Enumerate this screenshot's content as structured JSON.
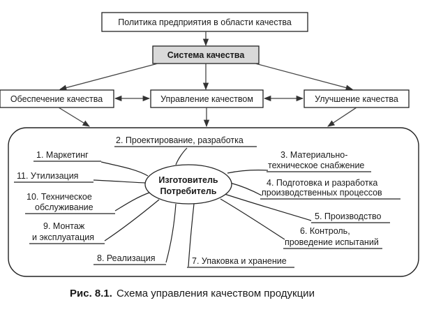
{
  "diagram": {
    "top_boxes": {
      "policy": "Политика предприятия в области качества",
      "system": "Система качества",
      "assurance": "Обеспечение качества",
      "management": "Управление качеством",
      "improvement": "Улучшение качества"
    },
    "hub": {
      "line1": "Изготовитель",
      "line2": "Потребитель"
    },
    "stages": {
      "s1": "1. Маркетинг",
      "s2": "2. Проектирование, разработка",
      "s3_line1": "3. Материально-",
      "s3_line2": "техническое снабжение",
      "s4_line1": "4. Подготовка и разработка",
      "s4_line2": "производственных процессов",
      "s5": "5. Производство",
      "s6_line1": "6. Контроль,",
      "s6_line2": "проведение испытаний",
      "s7": "7. Упаковка и хранение",
      "s8": "8. Реализация",
      "s9_line1": "9. Монтаж",
      "s9_line2": "и эксплуатация",
      "s10_line1": "10. Техническое",
      "s10_line2": "обслуживание",
      "s11": "11. Утилизация"
    }
  },
  "caption": {
    "figure_label": "Рис. 8.1.",
    "text": "Схема управления качеством продукции"
  },
  "colors": {
    "line": "#222222",
    "shaded_box": "#d9d9d9",
    "background": "#ffffff"
  }
}
